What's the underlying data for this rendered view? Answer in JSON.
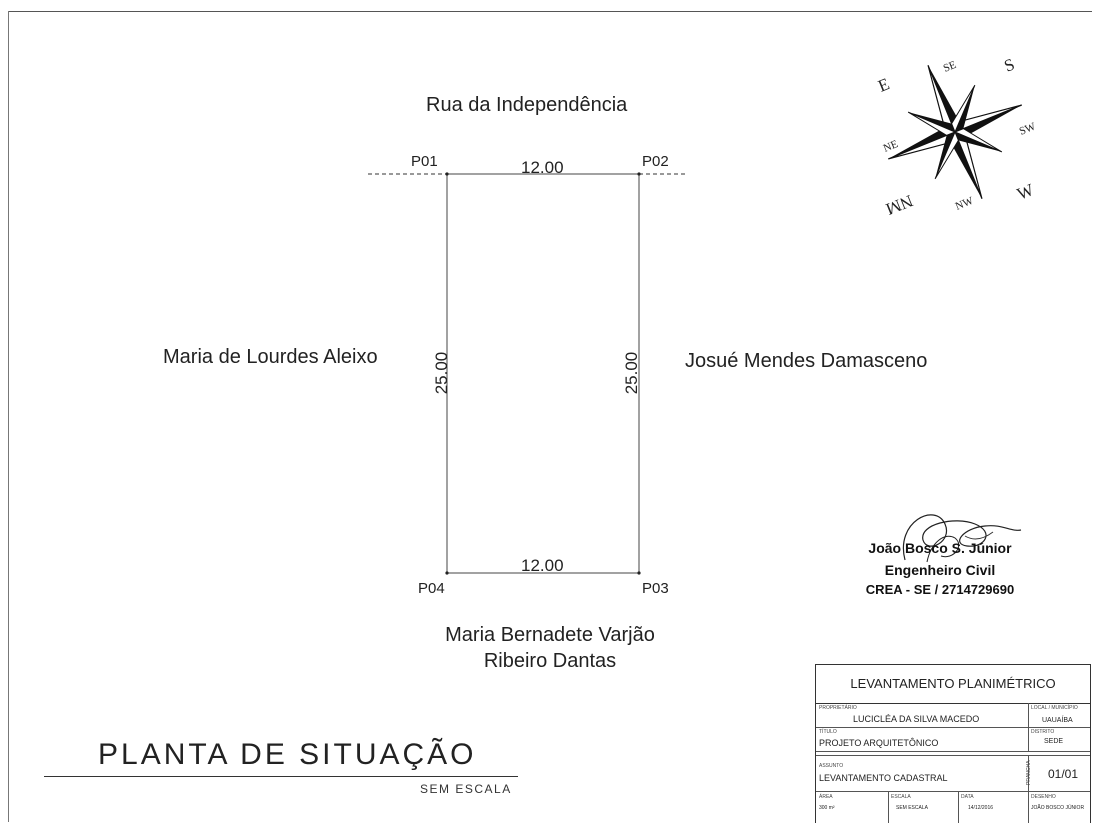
{
  "street": "Rua da Independência",
  "points": {
    "p01": "P01",
    "p02": "P02",
    "p03": "P03",
    "p04": "P04"
  },
  "dimensions": {
    "top": "12.00",
    "bottom": "12.00",
    "left": "25.00",
    "right": "25.00"
  },
  "neighbors": {
    "left": "Maria de Lourdes Aleixo",
    "right": "Josué Mendes Damasceno",
    "bottom_line1": "Maria Bernadete Varjão",
    "bottom_line2": "Ribeiro Dantas"
  },
  "compass": {
    "s": "S",
    "se": "SE",
    "sw": "SW",
    "e": "E",
    "ne": "NE",
    "w": "W",
    "nw": "NW",
    "nm": "NM"
  },
  "drawing": {
    "title": "PLANTA DE SITUAÇÃO",
    "scale_note": "SEM ESCALA"
  },
  "signature": {
    "name": "João Bosco S. Júnior",
    "role": "Engenheiro Civil",
    "registry": "CREA - SE / 2714729690"
  },
  "title_block": {
    "heading": "LEVANTAMENTO PLANIMÉTRICO",
    "owner_label": "PROPRIETÁRIO",
    "owner": "LUCICLÉA DA SILVA MACEDO",
    "location_label": "LOCAL / MUNICÍPIO",
    "location": "UAUAÍBA",
    "title_label": "TÍTULO",
    "title": "PROJETO ARQUITETÔNICO",
    "district_label": "DISTRITO",
    "district": "SEDE",
    "subject_label": "ASSUNTO",
    "subject": "LEVANTAMENTO CADASTRAL",
    "sheet_label": "PRANCHA",
    "sheet": "01/01",
    "area_label": "ÁREA",
    "area": "300 m²",
    "scale_label": "ESCALA",
    "scale": "SEM ESCALA",
    "date_label": "DATA",
    "date": "14/12/2016",
    "drawn_label": "DESENHO",
    "drawn": "JOÃO BOSCO JÚNIOR"
  }
}
